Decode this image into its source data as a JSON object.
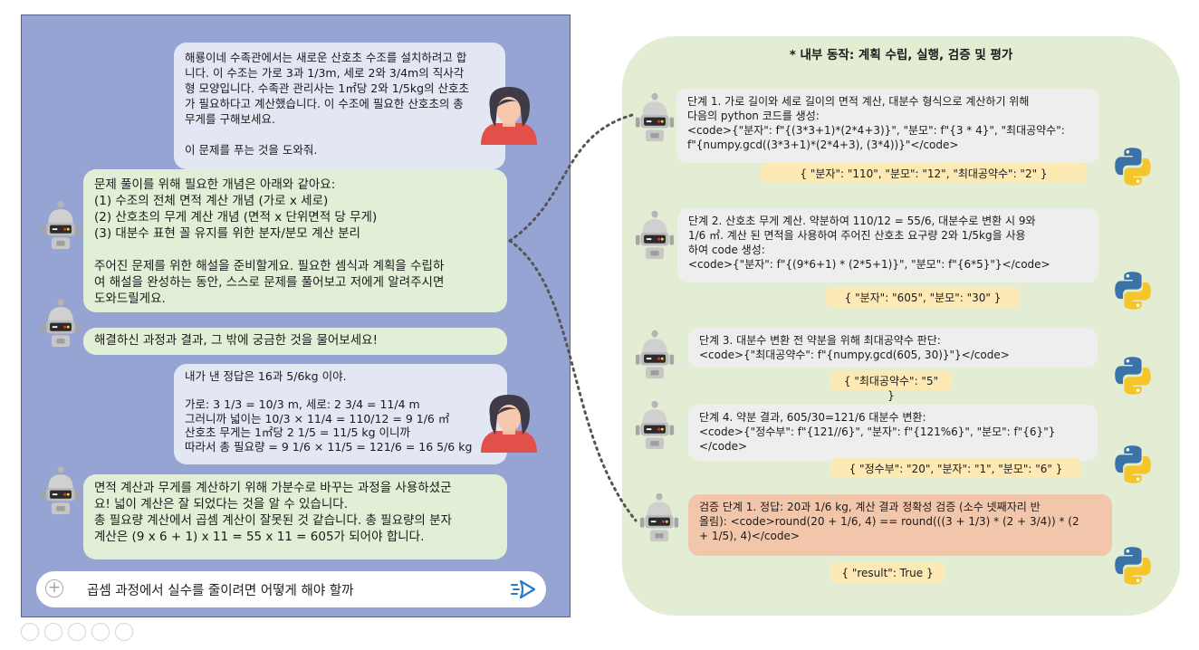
{
  "chat": {
    "user_message_1": "해룡이네 수족관에서는 새로운 산호초 수조를 설치하려고 합\n니다. 이 수조는 가로 3과 1/3m, 세로 2와 3/4m의 직사각\n형 모양입니다. 수족관 관리사는 1㎡당 2와 1/5kg의 산호초\n가 필요하다고 계산했습니다. 이 수조에 필요한 산호초의 총\n무게를 구해보세요.\n\n이 문제를 푸는 것을 도와줘.",
    "bot_message_1": "문제 풀이를 위해 필요한 개념은 아래와 같아요:\n (1) 수조의 전체 면적 계산 개념 (가로 x 세로)\n (2) 산호초의 무게 계산 개념 (면적 x 단위면적 당 무게)\n (3) 대분수 표현 꼴 유지를 위한 분자/분모 계산 분리\n\n주어진 문제를 위한 해설을 준비할게요. 필요한 셈식과 계획을 수립하\n여 해설을 완성하는 동안, 스스로 문제를 풀어보고 저에게 알려주시면\n도와드릴게요.",
    "bot_message_2": "해결하신 과정과 결과, 그 밖에 궁금한 것을 물어보세요!",
    "user_message_2": "내가 낸 정답은 16과 5/6kg 이야.\n\n가로: 3 1/3 = 10/3 m, 세로: 2 3/4 = 11/4 m\n그러니까 넓이는 10/3 × 11/4 = 110/12 = 9 1/6 ㎡\n산호초 무게는 1㎡당 2 1/5 = 11/5 kg 이니까\n따라서 총 필요량 = 9 1/6 × 11/5 = 121/6 = 16 5/6 kg",
    "bot_message_3": "면적 계산과 무게를 계산하기 위해 가분수로 바꾸는 과정을 사용하셨군\n요! 넓이 계산은 잘 되었다는 것을 알 수 있습니다.\n총 필요량 계산에서 곱셈 계산이 잘못된 것 같습니다. 총 필요량의 분자\n계산은 (9 x 6 + 1) x 11 = 55 x 11 = 605가 되어야 합니다.",
    "input_text": "곱셈 과정에서 실수를 줄이려면 어떻게 해야 할까"
  },
  "internal": {
    "title": "* 내부 동작: 계획 수립, 실행, 검증 및 평가",
    "steps": [
      {
        "text": "단계 1. 가로 길이와 세로 길이의 면적 계산, 대분수 형식으로 계산하기 위해\n다음의 python 코드를 생성:\n<code>{\"분자\": f\"{(3*3+1)*(2*4+3)}\", \"분모\": f\"{3 * 4}\", \"최대공약수\":\nf\"{numpy.gcd((3*3+1)*(2*4+3), (3*4))}\"</code>",
        "result": "{ \"분자\": \"110\", \"분모\": \"12\", \"최대공약수\": \"2\" }"
      },
      {
        "text": "단계 2. 산호초 무게 계산. 약분하여 110/12 = 55/6, 대분수로 변환 시 9와\n1/6 ㎡. 계산 된 면적을 사용하여 주어진 산호초 요구량 2와 1/5kg을 사용\n하여 code 생성:\n<code>{\"분자\": f\"{(9*6+1) * (2*5+1)}\", \"분모\": f\"{6*5}\"}</code>",
        "result": "{ \"분자\": \"605\", \"분모\": \"30\" }"
      },
      {
        "text": "단계 3. 대분수 변환 전 약분을 위해 최대공약수 판단:\n<code>{\"최대공약수\": f\"{numpy.gcd(605, 30)}\"}</code>",
        "result": "{ \"최대공약수\": \"5\" }"
      },
      {
        "text": "단계 4. 약분 결과, 605/30=121/6 대분수 변환:\n<code>{\"정수부\": f\"{121//6}\", \"분자\": f\"{121%6}\", \"분모\": f\"{6}\"}\n</code>",
        "result": "{ \"정수부\": \"20\", \"분자\": \"1\", \"분모\": \"6\" }"
      },
      {
        "text": "검증 단계 1. 정답: 20과 1/6 kg, 계산 결과 정확성 검증 (소수 넷째자리 반\n올림): <code>round(20 + 1/6, 4) == round(((3 + 1/3) * (2 + 3/4)) * (2\n+ 1/5), 4)</code>",
        "result": "{ \"result\": True }"
      }
    ]
  },
  "colors": {
    "chat_bg": "#96a4d4",
    "user_bubble": "#e3e6f3",
    "bot_bubble": "#e1efd6",
    "panel_bg": "#e3edd3",
    "step_bg": "#eeeeee",
    "verify_bg": "#f2c6ab",
    "result_bg": "#fde9b4"
  },
  "icons": [
    "user-avatar-icon",
    "robot-icon",
    "python-logo-icon",
    "plus-icon",
    "send-icon"
  ]
}
